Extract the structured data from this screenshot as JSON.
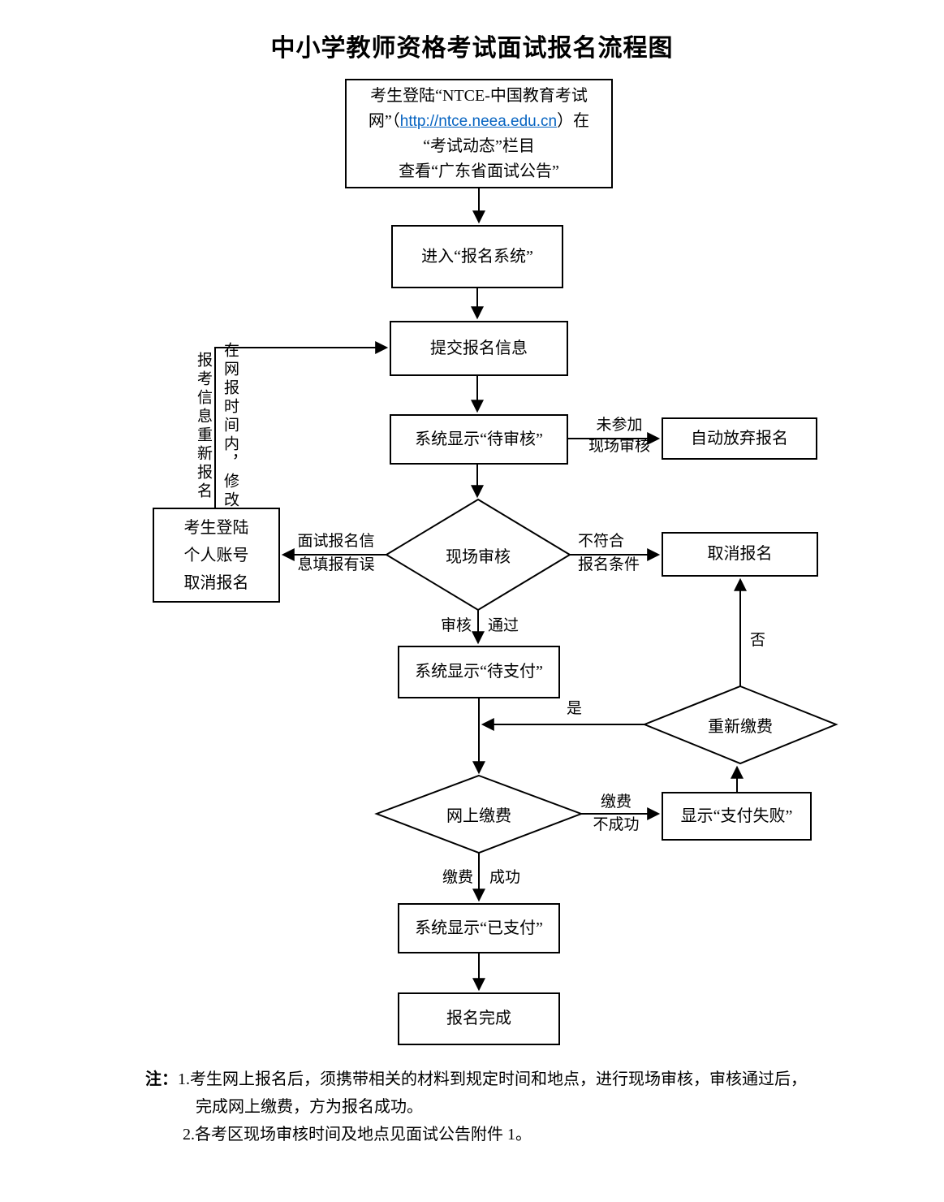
{
  "title": "中小学教师资格考试面试报名流程图",
  "nodes": {
    "announcement": {
      "line1": "考生登陆“NTCE-中国教育考试",
      "line2_pre": "网”（",
      "url": "http://ntce.neea.edu.cn",
      "line2_post": "）在",
      "line3": "“考试动态”栏目",
      "line4": "查看“广东省面试公告”"
    },
    "enter_system": "进入“报名系统”",
    "submit_info": "提交报名信息",
    "pending_review": "系统显示“待审核”",
    "auto_abandon": "自动放弃报名",
    "onsite_review": "现场审核",
    "cancel_account": {
      "line1": "考生登陆",
      "line2": "个人账号",
      "line3": "取消报名"
    },
    "cancel_registration": "取消报名",
    "pending_payment": "系统显示“待支付”",
    "repay": "重新缴费",
    "online_payment": "网上缴费",
    "payment_failed": "显示“支付失败”",
    "paid": "系统显示“已支付”",
    "complete": "报名完成"
  },
  "labels": {
    "not_attend_line1": "未参加",
    "not_attend_line2": "现场审核",
    "wrong_info_line1": "面试报名信",
    "wrong_info_line2": "息填报有误",
    "not_qualified_line1": "不符合",
    "not_qualified_line2": "报名条件",
    "review": "审核",
    "pass": "通过",
    "yes": "是",
    "no": "否",
    "pay_fail_line1": "缴费",
    "pay_fail_line2": "不成功",
    "pay": "缴费",
    "success": "成功",
    "vertical_time_note": "在网报时间内，修改",
    "vertical_reapply_note": "报考信息重新报名"
  },
  "notes": {
    "prefix": "注：",
    "item1_line1": "1.考生网上报名后，须携带相关的材料到规定时间和地点，进行现场审核，审核通过后，",
    "item1_line2": "完成网上缴费，方为报名成功。",
    "item2": "2.各考区现场审核时间及地点见面试公告附件 1。"
  },
  "colors": {
    "link_blue": "#0563C1",
    "line_black": "#000000",
    "background": "#ffffff"
  }
}
